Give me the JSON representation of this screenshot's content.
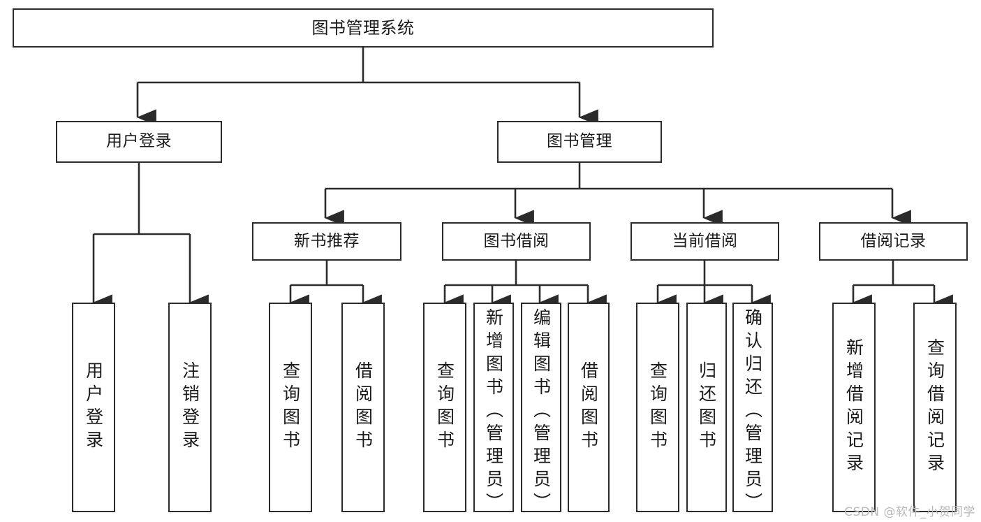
{
  "diagram": {
    "title": "图书管理系统",
    "type": "functional-structure-tree",
    "colors": {
      "box_border": "#2b2b2b",
      "box_fill": "#ffffff",
      "line": "#2b2b2b",
      "text": "#1a1a1a",
      "watermark": "#b9b9b9",
      "background": "#ffffff"
    },
    "root": {
      "label": "图书管理系统"
    },
    "level1": [
      {
        "label": "用户登录"
      },
      {
        "label": "图书管理"
      }
    ],
    "level2": [
      {
        "label": "新书推荐"
      },
      {
        "label": "图书借阅"
      },
      {
        "label": "当前借阅"
      },
      {
        "label": "借阅记录"
      }
    ],
    "leaves": {
      "user_login": [
        {
          "label": "用户登录"
        },
        {
          "label": "注销登录"
        }
      ],
      "new_book_recommend": [
        {
          "label": "查询图书"
        },
        {
          "label": "借阅图书"
        }
      ],
      "book_borrow": [
        {
          "label": "查询图书"
        },
        {
          "label": "新增图书（管理员）"
        },
        {
          "label": "编辑图书（管理员）"
        },
        {
          "label": "借阅图书"
        }
      ],
      "current_borrow": [
        {
          "label": "查询图书"
        },
        {
          "label": "归还图书"
        },
        {
          "label": "确认归还（管理员）"
        }
      ],
      "borrow_record": [
        {
          "label": "新增借阅记录"
        },
        {
          "label": "查询借阅记录"
        }
      ]
    }
  },
  "watermark": {
    "text": "CSDN @软件_小贺同学"
  }
}
